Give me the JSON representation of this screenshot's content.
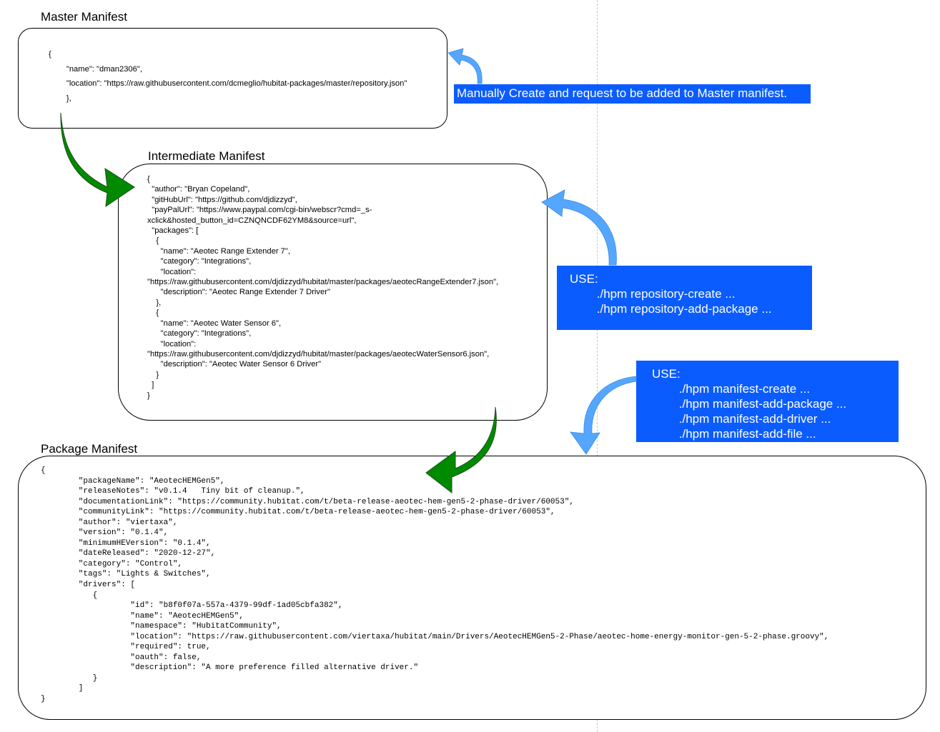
{
  "master": {
    "title": "Master Manifest",
    "code": "{\n        \"name\": \"dman2306\",\n        \"location\": \"https://raw.githubusercontent.com/dcmeglio/hubitat-packages/master/repository.json\"\n        },"
  },
  "intermediate": {
    "title": "Intermediate Manifest",
    "code": "{\n  \"author\": \"Bryan Copeland\",\n  \"gitHubUrl\": \"https://github.com/djdizzyd\",\n  \"payPalUrl\": \"https://www.paypal.com/cgi-bin/webscr?cmd=_s-\nxclick&hosted_button_id=CZNQNCDF62YM8&source=url\",\n  \"packages\": [\n    {\n      \"name\": \"Aeotec Range Extender 7\",\n      \"category\": \"Integrations\",\n      \"location\":\n\"https://raw.githubusercontent.com/djdizzyd/hubitat/master/packages/aeotecRangeExtender7.json\",\n      \"description\": \"Aeotec Range Extender 7 Driver\"\n    },\n    {\n      \"name\": \"Aeotec Water Sensor 6\",\n      \"category\": \"Integrations\",\n      \"location\":\n\"https://raw.githubusercontent.com/djdizzyd/hubitat/master/packages/aeotecWaterSensor6.json\",\n      \"description\": \"Aeotec Water Sensor 6 Driver\"\n    }\n  ]\n}"
  },
  "package": {
    "title": "Package Manifest",
    "code": "{\n        \"packageName\": \"AeotecHEMGen5\",\n        \"releaseNotes\": \"v0.1.4   Tiny bit of cleanup.\",\n        \"documentationLink\": \"https://community.hubitat.com/t/beta-release-aeotec-hem-gen5-2-phase-driver/60053\",\n        \"communityLink\": \"https://community.hubitat.com/t/beta-release-aeotec-hem-gen5-2-phase-driver/60053\",\n        \"author\": \"viertaxa\",\n        \"version\": \"0.1.4\",\n        \"minimumHEVersion\": \"0.1.4\",\n        \"dateReleased\": \"2020-12-27\",\n        \"category\": \"Control\",\n        \"tags\": \"Lights & Switches\",\n        \"drivers\": [\n           {\n                   \"id\": \"b8f0f07a-557a-4379-99df-1ad05cbfa382\",\n                   \"name\": \"AeotecHEMGen5\",\n                   \"namespace\": \"HubitatCommunity\",\n                   \"location\": \"https://raw.githubusercontent.com/viertaxa/hubitat/main/Drivers/AeotecHEMGen5-2-Phase/aeotec-home-energy-monitor-gen-5-2-phase.groovy\",\n                   \"required\": true,\n                   \"oauth\": false,\n                   \"description\": \"A more preference filled alternative driver.\"\n           }\n        ]\n}"
  },
  "notes": {
    "master": "Manually Create and request to be added to Master manifest.",
    "repository": "USE:\n        ./hpm repository-create ...\n        ./hpm repository-add-package ...",
    "manifest": "USE:\n        ./hpm manifest-create ...\n        ./hpm manifest-add-package ...\n        ./hpm manifest-add-driver ...\n        ./hpm manifest-add-file ..."
  },
  "colors": {
    "note_bg": "#0b5cff",
    "green_arrow": "#008a00",
    "blue_arrow": "#55a6ff"
  }
}
